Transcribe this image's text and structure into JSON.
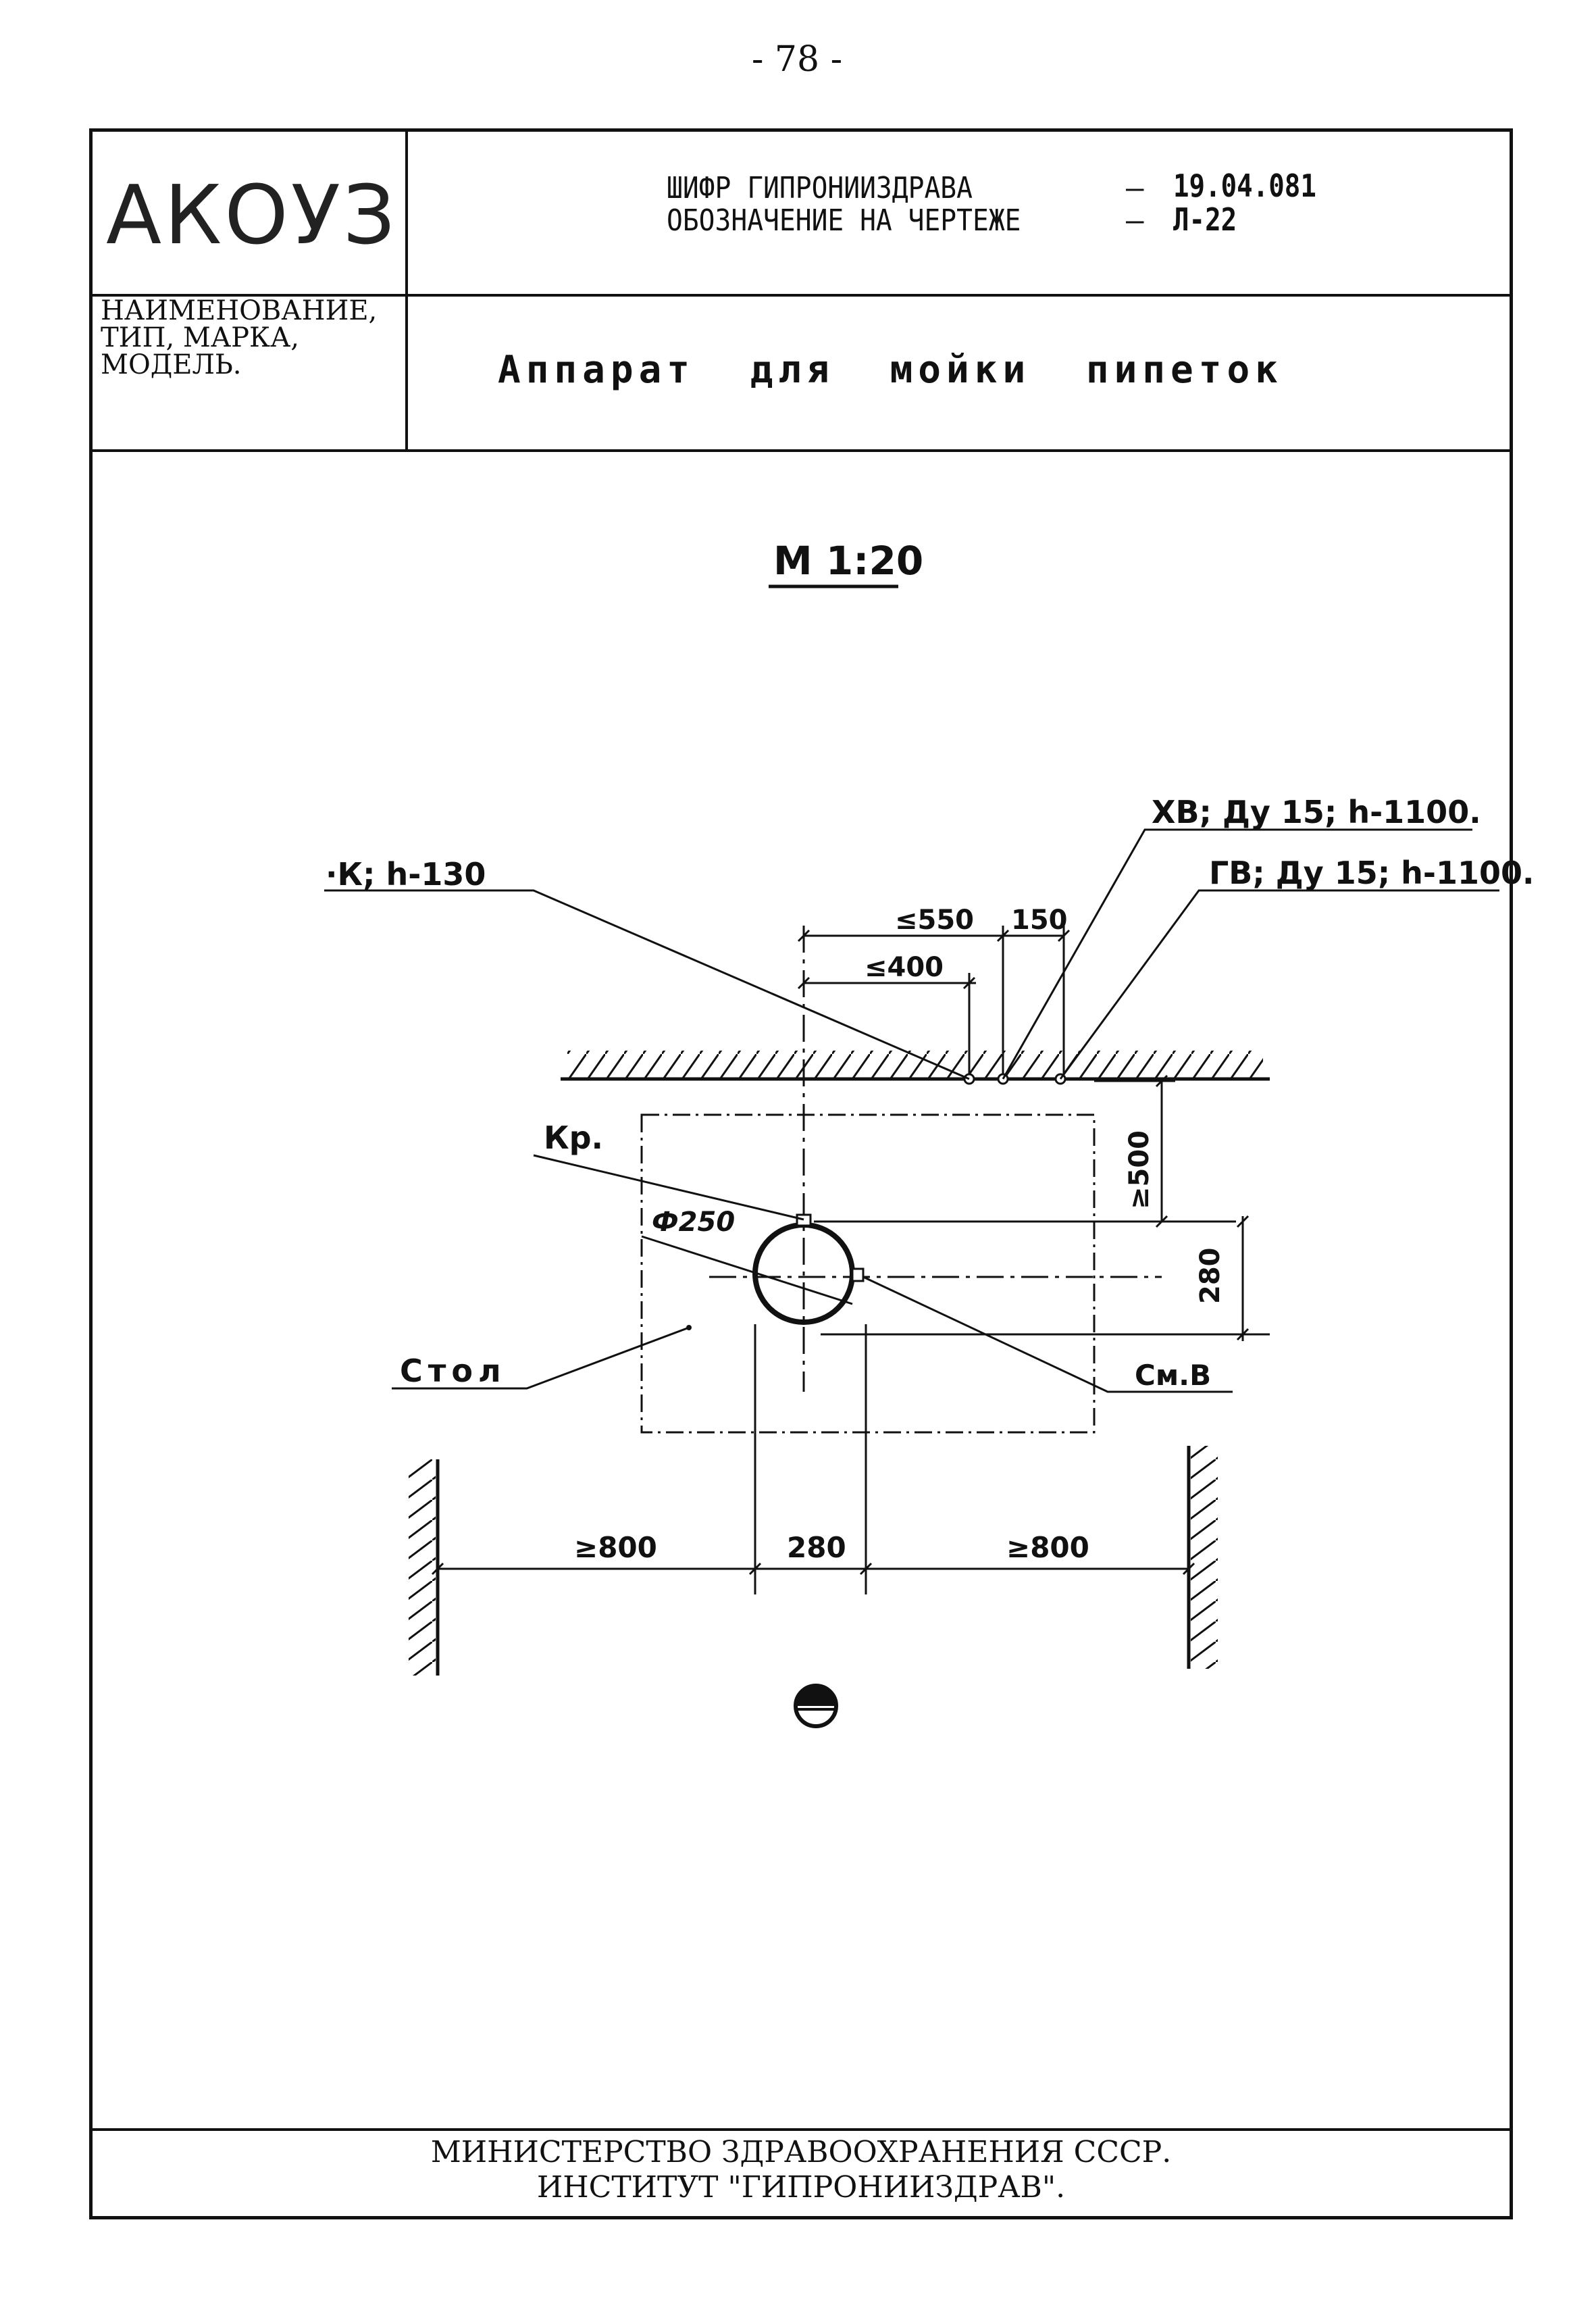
{
  "page_number": "- 78 -",
  "title_block": {
    "logo": "АКОУЗ",
    "code_label": "ШИФР ГИПРОНИИЗДРАВА",
    "code_value": "19.04.081",
    "designation_label": "ОБОЗНАЧЕНИЕ НА ЧЕРТЕЖЕ",
    "designation_value": "Л-22",
    "name_label_lines": [
      "НАИМЕНОВАНИЕ,",
      "ТИП, МАРКА,",
      "МОДЕЛЬ."
    ],
    "device_name": "Аппарат для мойки пипеток"
  },
  "drawing": {
    "scale": "М 1:20",
    "labels": {
      "sewer": "·К; h-130",
      "cold_water": "ХВ; Ду 15; h-1100.",
      "hot_water": "ГВ; Ду 15; h-1100.",
      "tap": "Кр.",
      "diameter": "Ф250",
      "table": "Стол",
      "mixed_water": "См.В"
    },
    "dimensions": {
      "max_550": "≤550",
      "d_150": "150",
      "max_400": "≤400",
      "min_500": "≥500",
      "v_280": "280",
      "min_800_left": "≥800",
      "h_280": "280",
      "min_800_right": "≥800"
    }
  },
  "footer": {
    "line1": "МИНИСТЕРСТВО ЗДРАВООХРАНЕНИЯ СССР.",
    "line2": "ИНСТИТУТ \"ГИПРОНИИЗДРАВ\"."
  }
}
